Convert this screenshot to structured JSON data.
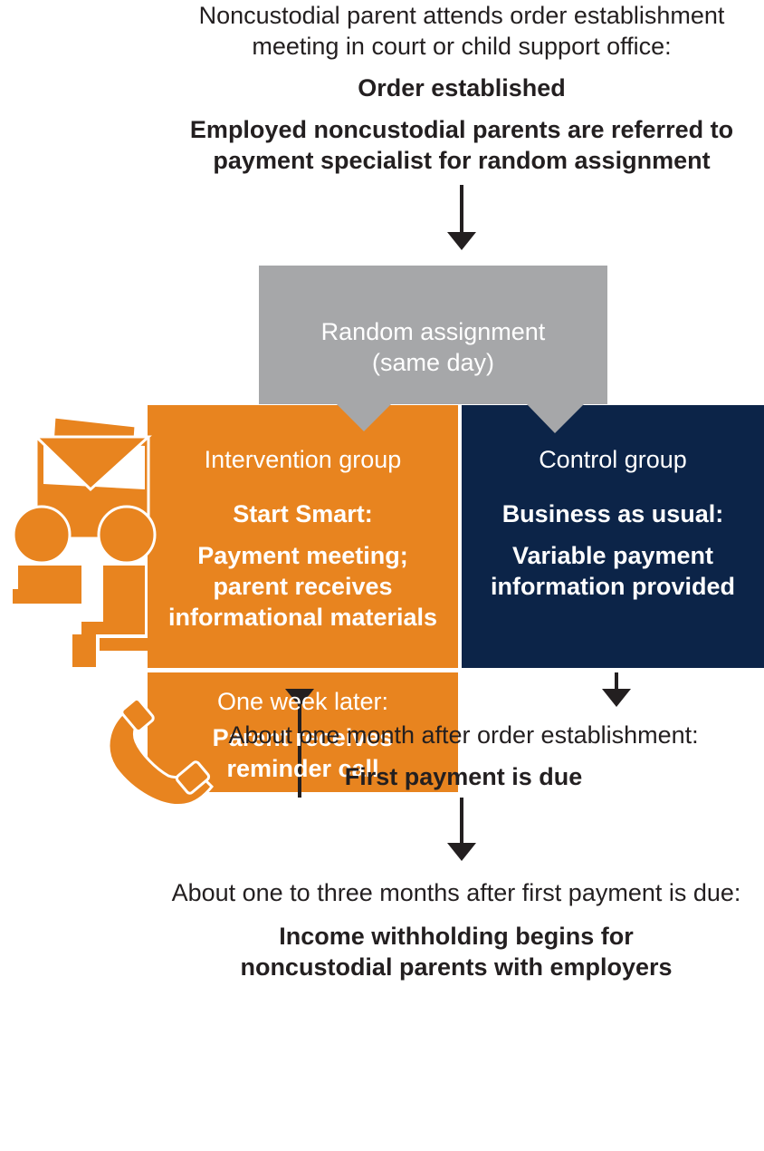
{
  "top": {
    "intro_line1": "Noncustodial parent attends order establishment",
    "intro_line2": "meeting in court or child support office:",
    "order_established": "Order established",
    "referral_line1": "Employed noncustodial parents are referred to",
    "referral_line2": "payment specialist for random assignment"
  },
  "random_assignment": {
    "line1": "Random assignment",
    "line2": "(same day)"
  },
  "intervention": {
    "title": "Intervention group",
    "program": "Start Smart:",
    "desc_line1": "Payment meeting;",
    "desc_line2": "parent receives",
    "desc_line3": "informational materials"
  },
  "control": {
    "title": "Control group",
    "program": "Business as usual:",
    "desc_line1": "Variable payment",
    "desc_line2": "information provided"
  },
  "reminder": {
    "timing": "One week later:",
    "line1": "Parent receives",
    "line2": "reminder call"
  },
  "first_payment": {
    "timing": "About one month after order establishment:",
    "label": "First payment is due"
  },
  "withholding": {
    "timing": "About one to three months after first payment is due:",
    "line1": "Income withholding begins for",
    "line2": "noncustodial parents with employers"
  },
  "colors": {
    "orange": "#e8841f",
    "navy": "#0c2448",
    "gray": "#a6a7a9",
    "text": "#231f20"
  },
  "icons": [
    "meeting-people-icon",
    "envelope-icon",
    "phone-icon",
    "arrow-down-icon"
  ]
}
